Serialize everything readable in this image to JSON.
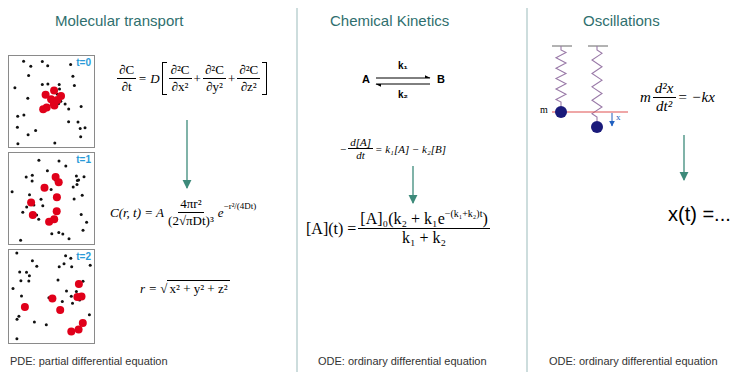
{
  "diagram": {
    "nodes": [
      {
        "text": [
          "t=0"
        ]
      },
      {
        "text": [
          "t=1"
        ]
      },
      {
        "text": [
          "t=2"
        ]
      }
    ],
    "labels": [
      "Molecular transport",
      "Chemical Kinetics",
      "Oscillations",
      "∂C",
      "∂t",
      "= D",
      "∂²C",
      "∂x²",
      "+",
      "∂²C",
      "∂y²",
      "+",
      "∂²C",
      "∂z²",
      "C(r, t) = A",
      "4πr²",
      "(2√πDt)³",
      "e",
      "−r²/(4Dt)",
      "r =",
      "√",
      "x² + y² + z²",
      "PDE: partial differential equation",
      "A",
      "k₁",
      "B",
      "k₂",
      "−",
      "d[A]",
      "dt",
      "= k₁[A] − k₂[B]",
      "[A](t) =",
      "[A]₀(k₂ + k₁e",
      "−(k₁+k₂)t",
      ")",
      "k₁ + k₂",
      "ODE: ordinary differential equation",
      "m",
      "x",
      "m",
      "d²x",
      "dt²",
      "= −kx",
      "x(t) =...",
      "ODE: ordinary differential equation"
    ]
  }
}
